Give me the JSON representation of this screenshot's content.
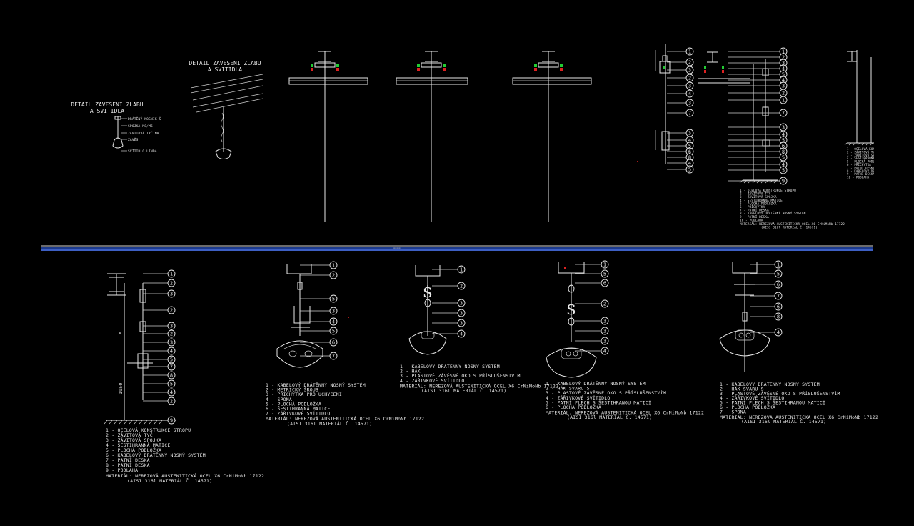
{
  "titles": {
    "detail_small": [
      "DETAIL ZAVESENI ZLABU",
      "A SVITIDLA"
    ],
    "detail_large": [
      "DETAIL ZAVESENI ZLABU",
      "A SVITIDLA"
    ]
  },
  "scrollbar": {
    "label": "===="
  },
  "dimensions": {
    "vertical": "1950",
    "x_mark": "x"
  },
  "legends": {
    "bl1": {
      "items": [
        "1 - OCELOVÁ KONSTRUKCE STROPU",
        "2 - ZÁVITOVÁ TYČ",
        "3 - ZÁVITOVÁ SPOJKA",
        "4 - ŠESTIHRANNÁ MATICE",
        "5 - PLOCHÁ PODLOŽKA",
        "6 - KABELOVÝ DRÁTĚNNÝ NOSNÝ SYSTÉM",
        "7 - PATNÍ DESKA",
        "8 - PATNÍ DESKA",
        "9 - PODLAHA"
      ],
      "material": [
        "MATERIÁL: NEREZOVÁ AUSTENITICKÁ OCEL X6 CrNiMoNb 17122",
        "(AISI 316l MATERIÁL Č. 14571)"
      ]
    },
    "bl2": {
      "items": [
        "1 - KABELOVÝ DRÁTĚNNÝ NOSNÝ SYSTÉM",
        "2 - METRICKÝ ŠROUB",
        "3 - PŘÍCHYTKA PRO UCHYCENÍ",
        "4 - SPONA",
        "5 - PLOCHÁ PODLOŽKA",
        "6 - ŠESTIHRANNÁ MATICE",
        "7 - ZÁŘIVKOVÉ SVÍTIDLO"
      ],
      "material": [
        "MATERIÁL: NEREZOVÁ AUSTENITICKÁ OCEL X6 CrNiMoNb 17122",
        "(AISI 316l MATERIÁL Č. 14571)"
      ]
    },
    "bl3": {
      "items": [
        "1 - KABELOVÝ DRÁTĚNNÝ NOSNÝ SYSTÉM",
        "2 - HÁK",
        "3 - PLASTOVÉ ZÁVĚSNÉ OKO S PŘÍSLUŠENSTVÍM",
        "4 - ZÁŘIVKOVÉ SVÍTIDLO"
      ],
      "material": [
        "MATERIÁL: NEREZOVÁ AUSTENITICKÁ OCEL X6 CrNiMoNb 17122",
        "(AISI 316l MATERIÁL Č. 14571)"
      ]
    },
    "bl4": {
      "items": [
        "1 - KABELOVÝ DRÁTĚNNÝ NOSNÝ SYSTÉM",
        "2 - HÁK SVARU S",
        "3 - PLASTOVÉ ZÁVĚSNÉ OKO S PŘÍSLUŠENSTVÍM",
        "4 - ZÁŘIVKOVÉ SVÍTIDLO",
        "5 - PATNÍ PLECH S ŠESTIHRANOU MATICÍ",
        "6 - PLOCHÁ PODLOŽKA"
      ],
      "material": [
        "MATERIÁL: NEREZOVÁ AUSTENITICKÁ OCEL X6 CrNiMoNb 17122",
        "(AISI 316l MATERIÁL Č. 14571)"
      ]
    },
    "bl5": {
      "items": [
        "1 - KABELOVÝ DRÁTĚNNÝ NOSNÝ SYSTÉM",
        "2 - HÁK SVARU S",
        "3 - PLASTOVÉ ZÁVĚSNÉ OKO S PŘÍSLUŠENSTVÍM",
        "4 - ZÁŘIVKOVÉ SVÍTIDLO",
        "5 - PATNÍ PLECH S ŠESTIHRANOU MATICÍ",
        "6 - PLOCHÁ PODLOŽKA",
        "7 - SPONA"
      ],
      "material": [
        "MATERIÁL: NEREZOVÁ AUSTENITICKÁ OCEL X6 CrNiMoNb 17122",
        "(AISI 316l MATERIÁL Č. 14571)"
      ]
    },
    "tr": {
      "items": [
        "1 - OCELOVÁ KONSTRUKCE STROPU",
        "2 - ZÁVITOVÁ TYČ",
        "3 - ZÁVITOVÁ SPOJKA",
        "4 - ŠESTIHRANNÁ MATICE",
        "5 - PLOCHÁ PODLOŽKA",
        "6 - PŘÍCHYTKA",
        "7 - PATNÍ DESKA",
        "8 - KABELOVÝ DRÁTĚNNÝ NOSNÝ SYSTÉM",
        "9 - PATNÍ DESKA",
        "10 - PODLAHA"
      ],
      "material": [
        "MATERIÁL: NEREZOVÁ AUSTENITICKÁ OCEL X6 CrNiMoNb 17122",
        "(AISI 316l MATERIÁL Č. 14571)"
      ]
    }
  },
  "small_labels": [
    "DRÁTĚNÝ NOSNÍK Š",
    "SPOJKA M8/M6",
    "ZÁVITOVÁ TYČ M8",
    "ZÁVĚS",
    "SVÍTIDLO LINDA"
  ],
  "colors": {
    "background": "#000000",
    "lines": "#e8e8e8",
    "green": "#22cc33",
    "red": "#dd2222",
    "scrollbar": "#1c3a8c"
  }
}
